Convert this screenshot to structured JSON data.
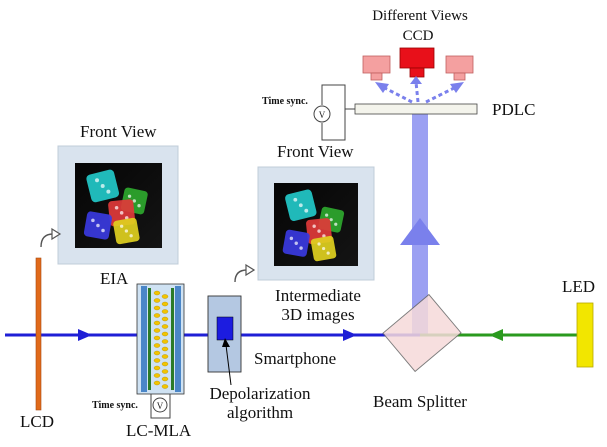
{
  "labels": {
    "different_views": "Different Views",
    "ccd": "CCD",
    "time_sync_top": "Time sync.",
    "pdlc": "PDLC",
    "front_view_left": "Front View",
    "front_view_right": "Front View",
    "eia": "EIA",
    "intermediate_line1": "Intermediate",
    "intermediate_line2": "3D images",
    "led": "LED",
    "smartphone": "Smartphone",
    "lcd": "LCD",
    "time_sync_bottom": "Time sync.",
    "lc_mla": "LC-MLA",
    "depolarization_line1": "Depolarization",
    "depolarization_line2": "algorithm",
    "beam_splitter": "Beam Splitter",
    "voltage_symbol_top": "V",
    "voltage_symbol_bottom": "V"
  },
  "colors": {
    "beam_blue": "#1f1fd6",
    "beam_green": "#2a9a1e",
    "beam_vertical": "#8a8ff0",
    "lcd_orange": "#e06a1a",
    "led_yellow": "#f2e600",
    "ccd_red": "#e8101a",
    "ccd_pink": "#f08a8a",
    "panel_bg": "#d9e3ee",
    "splitter_fill": "#f6dada"
  }
}
